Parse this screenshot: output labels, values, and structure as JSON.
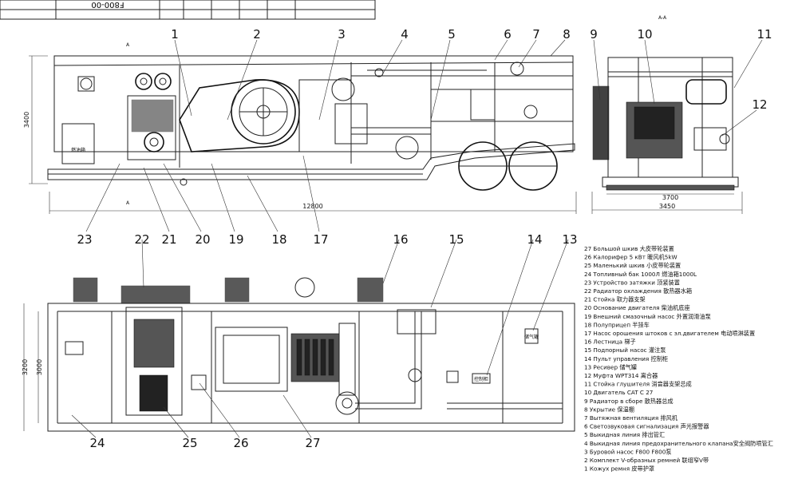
{
  "title_block": {
    "code": "F800-00"
  },
  "section_label": "A-A",
  "section_marks": [
    "A",
    "A"
  ],
  "callouts_top": [
    "1",
    "2",
    "3",
    "4",
    "5",
    "6",
    "7",
    "8",
    "9",
    "10",
    "11",
    "12"
  ],
  "callouts_bottom_row1": [
    "23",
    "21",
    "20",
    "19",
    "18",
    "17"
  ],
  "callouts_22": "22",
  "callouts_16": "16",
  "callouts_15": "15",
  "callouts_14": "14",
  "callouts_13": "13",
  "callouts_24": "24",
  "callouts_25": "25",
  "callouts_26": "26",
  "callouts_27": "27",
  "dimensions": {
    "side_height": "3400",
    "side_length": "12800",
    "end_width_inner": "3700",
    "end_width_outer": "3450",
    "plan_width_outer": "3200",
    "plan_width_inner": "3000"
  },
  "panel_labels": {
    "fuel_tank": "燃油箱",
    "air_tank": "储气罐",
    "control": "控制柜"
  },
  "legend": [
    "27 Большой шкив 大皮带轮装置",
    "26 Калорифер 5 кВт 暖风机5kW",
    "25 Маленький шкив 小皮带轮装置",
    "24 Топливный бак 1000Л 燃油箱1000L",
    "23 Устройство затяжки 顶紧装置",
    "22 Радиатор охлаждения 散热器水箱",
    "21 Стойка 取力器支架",
    "20 Основание двигателя 柴油机底座",
    "19 Внешний смазочный насос 外置润滑油泵",
    "18 Полуприцеп 半挂车",
    "17 Насос орошения штоков с эл.двигателем 电动喷淋装置",
    "16 Лестница 梯子",
    "15 Подпорный насос 灌注泵",
    "14 Пульт управления 控制柜",
    "13 Ресивер 储气罐",
    "12 Муфта WPT314 离合器",
    "11 Стойка глушителя 消音器支架总成",
    "10 Двигатель CAT C 27",
    "9 Радиатор в сборе 散热器总成",
    "8 Укрытие 保温棚",
    "7 Вытяжная вентиляция 排风机",
    "6 Светозвуковая сигнализация 声光报警器",
    "5 Выкидная линия 排出管汇",
    "4 Выкидная линия предохранительного клапана安全阀防喷管汇",
    "3 Буровой насос F800 F800泵",
    "2 Комплект V-образных ремней 联组窄V带",
    "1 Кожух ремня 皮带护罩"
  ]
}
